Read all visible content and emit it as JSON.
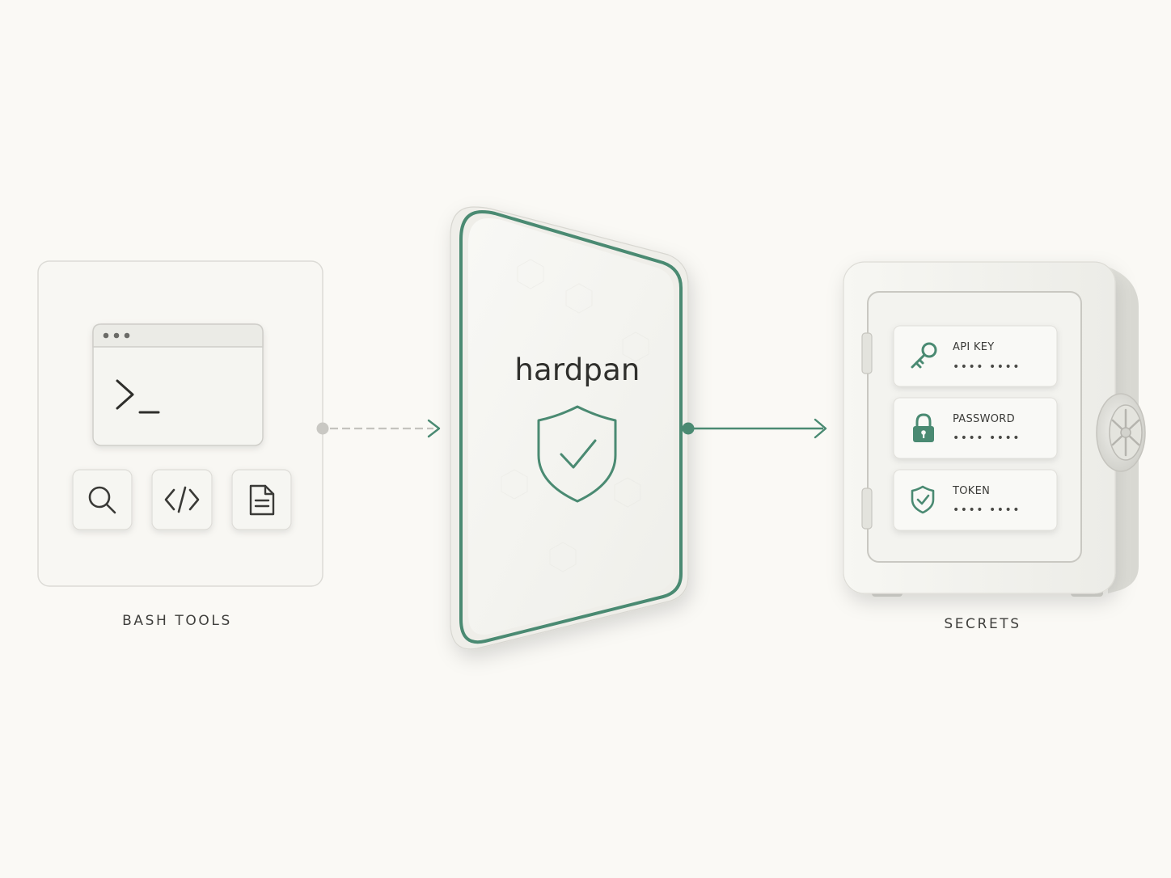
{
  "bash_tools": {
    "caption": "BASH TOOLS",
    "terminal_prompt": ">_",
    "icons": [
      "search-icon",
      "code-icon",
      "document-icon"
    ]
  },
  "gateway": {
    "brand": "hardpan",
    "icon": "shield-check-icon"
  },
  "secrets": {
    "caption": "SECRETS",
    "items": [
      {
        "label": "API KEY",
        "mask": "•••• ••••",
        "icon": "key-icon"
      },
      {
        "label": "PASSWORD",
        "mask": "•••• ••••",
        "icon": "lock-icon"
      },
      {
        "label": "TOKEN",
        "mask": "•••• ••••",
        "icon": "shield-check-icon"
      }
    ]
  },
  "colors": {
    "background": "#faf9f5",
    "accent": "#4a8a72",
    "dashed_connector": "#c4c3be",
    "text": "#3d3d3a"
  }
}
